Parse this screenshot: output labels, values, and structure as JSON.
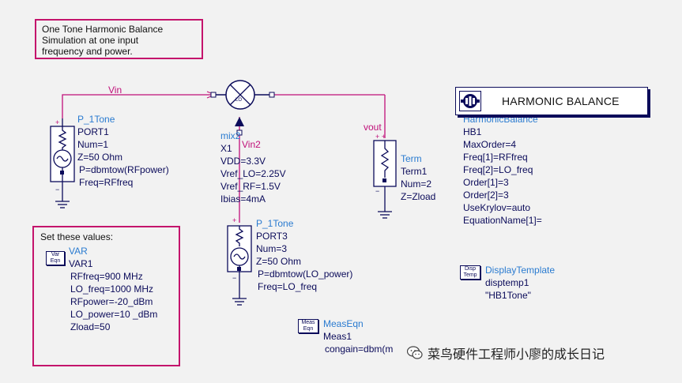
{
  "note_top": {
    "lines": [
      "One Tone Harmonic Balance",
      "Simulation at one input",
      "frequency and power."
    ]
  },
  "wires": {
    "vin_label": "Vin",
    "vin2_label": "Vin2",
    "vout_label": "vout"
  },
  "mixer": {
    "label": "LO",
    "instance": "mix2",
    "name": "X1",
    "params": [
      "VDD=3.3V",
      "Vref_LO=2.25V",
      "Vref_RF=1.5V",
      "Ibias=4mA"
    ]
  },
  "port1": {
    "type": "P_1Tone",
    "name": "PORT1",
    "params": [
      "Num=1",
      "Z=50 Ohm",
      "P=dbmtow(RFpower)",
      "Freq=RFfreq"
    ]
  },
  "port3": {
    "type": "P_1Tone",
    "name": "PORT3",
    "params": [
      "Num=3",
      "Z=50 Ohm",
      "P=dbmtow(LO_power)",
      "Freq=LO_freq"
    ]
  },
  "term": {
    "type": "Term",
    "name": "Term1",
    "params": [
      "Num=2",
      "Z=Zload"
    ]
  },
  "hb": {
    "title": "HARMONIC BALANCE",
    "type": "HarmonicBalance",
    "name": "HB1",
    "params": [
      "MaxOrder=4",
      "Freq[1]=RFfreq",
      "Freq[2]=LO_freq",
      "Order[1]=3",
      "Order[2]=3",
      "UseKrylov=auto",
      "EquationName[1]="
    ]
  },
  "var_note": {
    "heading": "Set these values:"
  },
  "var": {
    "chip": [
      "Var",
      "Eqn"
    ],
    "type": "VAR",
    "name": "VAR1",
    "params": [
      "RFfreq=900 MHz",
      "LO_freq=1000 MHz",
      "RFpower=-20_dBm",
      "LO_power=10 _dBm",
      "Zload=50"
    ]
  },
  "display": {
    "chip": [
      "Disp",
      "Temp"
    ],
    "type": "DisplayTemplate",
    "name": "disptemp1",
    "value": "\"HB1Tone\""
  },
  "meas": {
    "chip": [
      "Meas",
      "Eqn"
    ],
    "type": "MeasEqn",
    "name": "Meas1",
    "expr": "congain=dbm(m"
  },
  "watermark": {
    "text": "菜鸟硬件工程师小廖的成长日记"
  },
  "colors": {
    "wire": "#c0107a",
    "component": "#0b0b5a",
    "label": "#2a7bd0",
    "note_border": "#c4146c",
    "background": "#f2f2f2"
  }
}
